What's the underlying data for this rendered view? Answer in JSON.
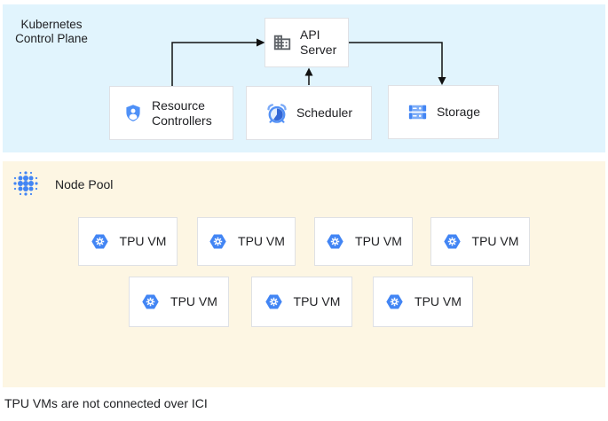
{
  "control_plane": {
    "label": "Kubernetes Control Plane",
    "boxes": {
      "api_server": {
        "label": "API Server",
        "icon": "building-icon"
      },
      "resource_controllers": {
        "label": "Resource Controllers",
        "icon": "shield-person-icon"
      },
      "scheduler": {
        "label": "Scheduler",
        "icon": "alarm-clock-icon"
      },
      "storage": {
        "label": "Storage",
        "icon": "storage-disks-icon"
      }
    },
    "arrows": [
      {
        "from": "resource_controllers",
        "to": "api_server"
      },
      {
        "from": "scheduler",
        "to": "api_server"
      },
      {
        "from": "api_server",
        "to": "storage"
      }
    ]
  },
  "node_pool": {
    "label": "Node Pool",
    "icon": "dot-cluster-icon",
    "tpu_vms": [
      {
        "label": "TPU VM",
        "icon": "tpu-hexagon-icon"
      },
      {
        "label": "TPU VM",
        "icon": "tpu-hexagon-icon"
      },
      {
        "label": "TPU VM",
        "icon": "tpu-hexagon-icon"
      },
      {
        "label": "TPU VM",
        "icon": "tpu-hexagon-icon"
      },
      {
        "label": "TPU VM",
        "icon": "tpu-hexagon-icon"
      },
      {
        "label": "TPU VM",
        "icon": "tpu-hexagon-icon"
      },
      {
        "label": "TPU VM",
        "icon": "tpu-hexagon-icon"
      }
    ]
  },
  "caption": "TPU VMs are not connected over ICI",
  "colors": {
    "control_plane_bg": "#e1f4fd",
    "node_pool_bg": "#fdf6e3",
    "accent_blue": "#4285f4",
    "icon_gray": "#5f6368",
    "box_border": "#dfe1e5",
    "arrow": "#111111",
    "text": "#202124"
  }
}
